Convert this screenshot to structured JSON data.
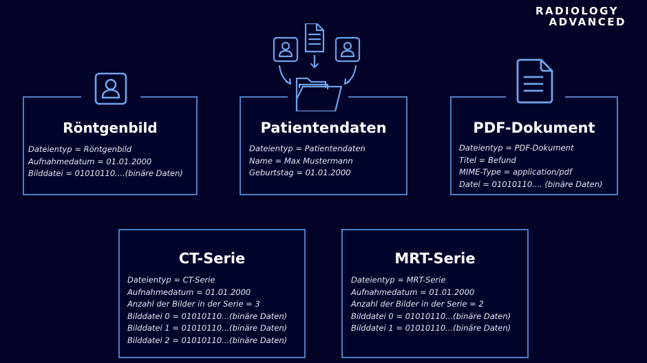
{
  "logo": {
    "line1": "RADIOLOGY",
    "line2": "ADVANCED"
  },
  "colors": {
    "background": "#020326",
    "border": "#4f7fc4",
    "icon_stroke": "#6fa3ea",
    "title_text": "#ffffff",
    "field_text": "#e6e8f2"
  },
  "cards": [
    {
      "id": "roentgenbild",
      "icon": "user-profile-icon",
      "title": "Röntgenbild",
      "fields": [
        "Dateientyp = Röntgenbild",
        "Aufnahmedatum = 01.01.2000",
        "Bilddatei = 01010110....(binäre Daten)"
      ]
    },
    {
      "id": "patientendaten",
      "icon": "folder-with-inputs-icon",
      "title": "Patientendaten",
      "fields": [
        "Dateientyp = Patientendaten",
        "Name = Max Mustermann",
        "Geburtstag = 01.01.2000"
      ]
    },
    {
      "id": "pdf-dokument",
      "icon": "document-icon",
      "title": "PDF-Dokument",
      "fields": [
        "Dateientyp = PDF-Dokument",
        "Titel = Befund",
        "MIME-Type = application/pdf",
        "Datei = 01010110.... (binäre Daten)"
      ]
    },
    {
      "id": "ct-serie",
      "title": "CT-Serie",
      "fields": [
        "Dateientyp = CT-Serie",
        "Aufnahmedatum = 01.01.2000",
        "Anzahl der Bilder in der Serie = 3",
        "Bilddatei 0 = 01010110...(binäre Daten)",
        "Bilddatei 1  = 01010110...(binäre Daten)",
        "Bilddatei 2 = 01010110...(binäre Daten)"
      ]
    },
    {
      "id": "mrt-serie",
      "title": "MRT-Serie",
      "fields": [
        "Dateientyp = MRT-Serie",
        "Aufnahmedatum = 01.01.2000",
        "Anzahl der Bilder in der Serie = 2",
        "Bilddatei 0 = 01010110...(binäre Daten)",
        "Bilddatei 1 = 01010110...(binäre Daten)"
      ]
    }
  ]
}
